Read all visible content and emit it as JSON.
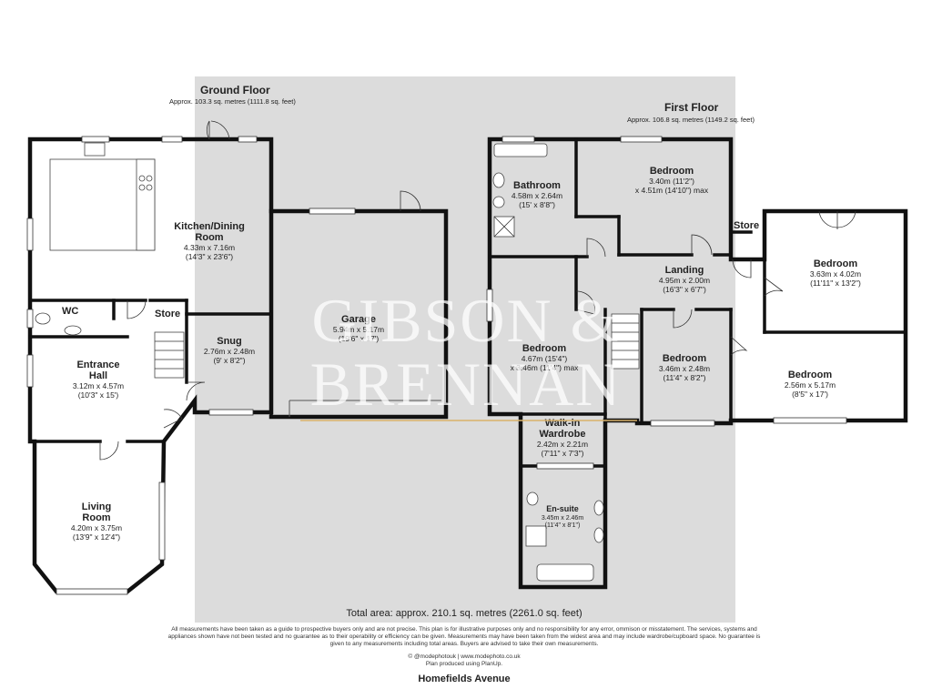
{
  "ground_floor": {
    "title": "Ground Floor",
    "area": "Approx. 103.3 sq. metres (1111.8 sq. feet)",
    "rooms": {
      "kitchen": {
        "name_1": "Kitchen/Dining",
        "name_2": "Room",
        "dim_m": "4.33m x 7.16m",
        "dim_ft": "(14'3\" x 23'6\")"
      },
      "wc": {
        "name": "WC"
      },
      "store": {
        "name": "Store"
      },
      "entrance": {
        "name_1": "Entrance",
        "name_2": "Hall",
        "dim_m": "3.12m x 4.57m",
        "dim_ft": "(10'3\" x 15')"
      },
      "snug": {
        "name": "Snug",
        "dim_m": "2.76m x 2.48m",
        "dim_ft": "(9' x 8'2\")"
      },
      "garage": {
        "name": "Garage",
        "dim_m": "5.94m x 5.17m",
        "dim_ft": "(19'6\" x 17')"
      },
      "living": {
        "name_1": "Living",
        "name_2": "Room",
        "dim_m": "4.20m x 3.75m",
        "dim_ft": "(13'9\" x 12'4\")"
      }
    }
  },
  "first_floor": {
    "title": "First Floor",
    "area": "Approx. 106.8 sq. metres (1149.2 sq. feet)",
    "rooms": {
      "bathroom": {
        "name": "Bathroom",
        "dim_m": "4.58m x 2.64m",
        "dim_ft": "(15' x 8'8\")"
      },
      "bedroom_top": {
        "name": "Bedroom",
        "dim_1": "3.40m (11'2\")",
        "dim_2": "x 4.51m (14'10\") max"
      },
      "store": {
        "name": "Store"
      },
      "bedroom_right": {
        "name": "Bedroom",
        "dim_m": "3.63m x 4.02m",
        "dim_ft": "(11'11\" x 13'2\")"
      },
      "landing": {
        "name": "Landing",
        "dim_m": "4.95m x 2.00m",
        "dim_ft": "(16'3\" x 6'7\")"
      },
      "bedroom_left": {
        "name": "Bedroom",
        "dim_1": "4.67m (15'4\")",
        "dim_2": "x 3.46m (11'4\") max"
      },
      "bedroom_mid": {
        "name": "Bedroom",
        "dim_m": "3.46m x 2.48m",
        "dim_ft": "(11'4\" x 8'2\")"
      },
      "bedroom_bottom_right": {
        "name": "Bedroom",
        "dim_m": "2.56m x 5.17m",
        "dim_ft": "(8'5\" x 17')"
      },
      "wardrobe": {
        "name_1": "Walk-in",
        "name_2": "Wardrobe",
        "dim_m": "2.42m x 2.21m",
        "dim_ft": "(7'11\" x 7'3\")"
      },
      "ensuite": {
        "name": "En-suite",
        "dim_m": "3.45m x 2.46m",
        "dim_ft": "(11'4\" x 8'1\")"
      }
    }
  },
  "watermark": {
    "line_1": "GIBSON &",
    "line_2": "BRENNAN"
  },
  "total_area": "Total area: approx. 210.1 sq. metres (2261.0 sq. feet)",
  "disclaimer": "All measurements have been taken as a guide to prospective buyers only and are not precise. This plan is for illustrative purposes only and no responsibility for any error, ommison or misstatement. The services, systems and appliances shown have not been tested and no guarantee as to their operability or efficiency can be given. Measurements may have been taken from the widest area and may include wardrobe/cupboard space. No guarantee is given to any measurements including total areas. Buyers are advised to take their own measurements.",
  "credit_1": "© @modephotouk | www.modephoto.co.uk",
  "credit_2": "Plan produced using PlanUp.",
  "address": "Homefields Avenue",
  "colors": {
    "panel": "#dcdcdc",
    "wall": "#111111",
    "watermark_rule": "#d9b26a"
  }
}
